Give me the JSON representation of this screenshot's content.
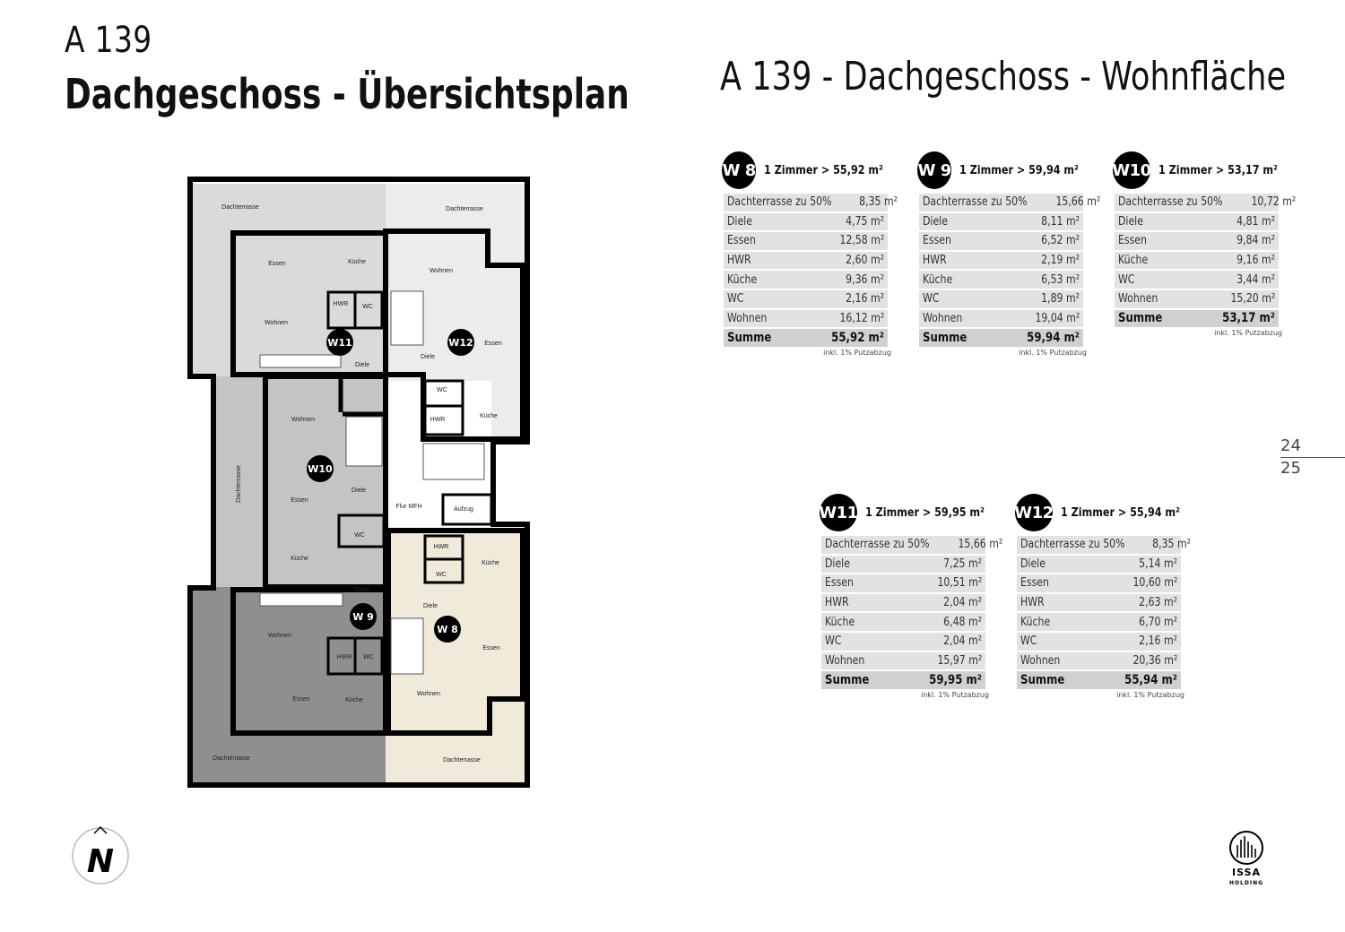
{
  "header": {
    "project": "A 139",
    "overview_title": "Dachgeschoss - Übersichtsplan",
    "area_title": "A 139 - Dachgeschoss - Wohnfläche"
  },
  "pages": {
    "left": "24",
    "right": "25"
  },
  "units": [
    {
      "id": "W 8",
      "summary": "1 Zimmer > 55,92 m²",
      "rows": [
        {
          "label": "Dachterrasse zu 50%",
          "value": "8,35 m²"
        },
        {
          "label": "Diele",
          "value": "4,75 m²"
        },
        {
          "label": "Essen",
          "value": "12,58 m²"
        },
        {
          "label": "HWR",
          "value": "2,60 m²"
        },
        {
          "label": "Küche",
          "value": "9,36 m²"
        },
        {
          "label": "WC",
          "value": "2,16 m²"
        },
        {
          "label": "Wohnen",
          "value": "16,12 m²"
        }
      ],
      "sum_label": "Summe",
      "sum_value": "55,92 m²",
      "note": "inkl. 1% Putzabzug"
    },
    {
      "id": "W 9",
      "summary": "1 Zimmer > 59,94 m²",
      "rows": [
        {
          "label": "Dachterrasse zu 50%",
          "value": "15,66 m²"
        },
        {
          "label": "Diele",
          "value": "8,11 m²"
        },
        {
          "label": "Essen",
          "value": "6,52 m²"
        },
        {
          "label": "HWR",
          "value": "2,19 m²"
        },
        {
          "label": "Küche",
          "value": "6,53 m²"
        },
        {
          "label": "WC",
          "value": "1,89 m²"
        },
        {
          "label": "Wohnen",
          "value": "19,04 m²"
        }
      ],
      "sum_label": "Summe",
      "sum_value": "59,94 m²",
      "note": "inkl. 1% Putzabzug"
    },
    {
      "id": "W10",
      "summary": "1 Zimmer > 53,17 m²",
      "rows": [
        {
          "label": "Dachterrasse zu 50%",
          "value": "10,72 m²"
        },
        {
          "label": "Diele",
          "value": "4,81 m²"
        },
        {
          "label": "Essen",
          "value": "9,84 m²"
        },
        {
          "label": "Küche",
          "value": "9,16 m²"
        },
        {
          "label": "WC",
          "value": "3,44 m²"
        },
        {
          "label": "Wohnen",
          "value": "15,20 m²"
        }
      ],
      "sum_label": "Summe",
      "sum_value": "53,17 m²",
      "note": "inkl. 1% Putzabzug"
    },
    {
      "id": "W11",
      "summary": "1 Zimmer > 59,95 m²",
      "rows": [
        {
          "label": "Dachterrasse zu 50%",
          "value": "15,66 m²"
        },
        {
          "label": "Diele",
          "value": "7,25 m²"
        },
        {
          "label": "Essen",
          "value": "10,51 m²"
        },
        {
          "label": "HWR",
          "value": "2,04 m²"
        },
        {
          "label": "Küche",
          "value": "6,48 m²"
        },
        {
          "label": "WC",
          "value": "2,04 m²"
        },
        {
          "label": "Wohnen",
          "value": "15,97 m²"
        }
      ],
      "sum_label": "Summe",
      "sum_value": "59,95 m²",
      "note": "inkl. 1% Putzabzug"
    },
    {
      "id": "W12",
      "summary": "1 Zimmer > 55,94 m²",
      "rows": [
        {
          "label": "Dachterrasse zu 50%",
          "value": "8,35 m²"
        },
        {
          "label": "Diele",
          "value": "5,14 m²"
        },
        {
          "label": "Essen",
          "value": "10,60 m²"
        },
        {
          "label": "HWR",
          "value": "2,63 m²"
        },
        {
          "label": "Küche",
          "value": "6,70 m²"
        },
        {
          "label": "WC",
          "value": "2,16 m²"
        },
        {
          "label": "Wohnen",
          "value": "20,36 m²"
        }
      ],
      "sum_label": "Summe",
      "sum_value": "55,94 m²",
      "note": "inkl. 1% Putzabzug"
    }
  ],
  "plan": {
    "terrace": "Dachterrasse",
    "wohnen": "Wohnen",
    "essen": "Essen",
    "kueche": "Küche",
    "diele": "Diele",
    "hwr": "HWR",
    "wc": "WC",
    "flur": "Flur MFH",
    "aufzug": "Aufzug",
    "w8": "W 8",
    "w9": "W 9",
    "w10": "W10",
    "w11": "W11",
    "w12": "W12"
  },
  "north": "N",
  "logo": {
    "name": "ISSA",
    "sub": "HOLDING"
  },
  "colors": {
    "badge": "#000000",
    "row": "#e2e2e2",
    "sum_row": "#d0d0d0",
    "w8": "#f0eadb",
    "w9": "#8f8f8f",
    "w10": "#c4c4c4",
    "w11": "#dadada",
    "w12": "#ececec"
  }
}
